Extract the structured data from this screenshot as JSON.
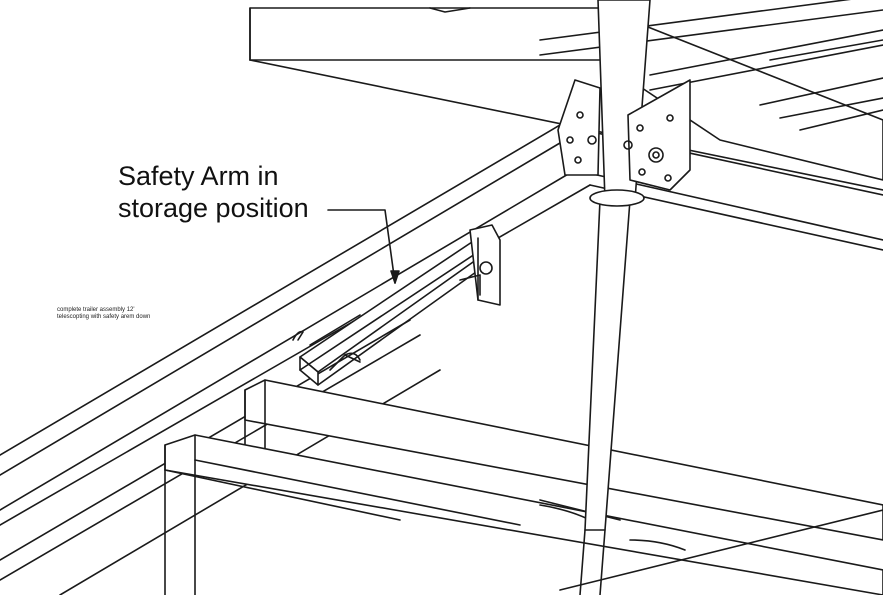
{
  "callout": {
    "line1": "Safety Arm in",
    "line2": "storage position"
  },
  "note": {
    "line1": "complete trailer assembly 12'",
    "line2": "telescopting with safety arem down"
  },
  "colors": {
    "background": "#ffffff",
    "line": "#1a1a1a",
    "fill": "#ffffff"
  }
}
